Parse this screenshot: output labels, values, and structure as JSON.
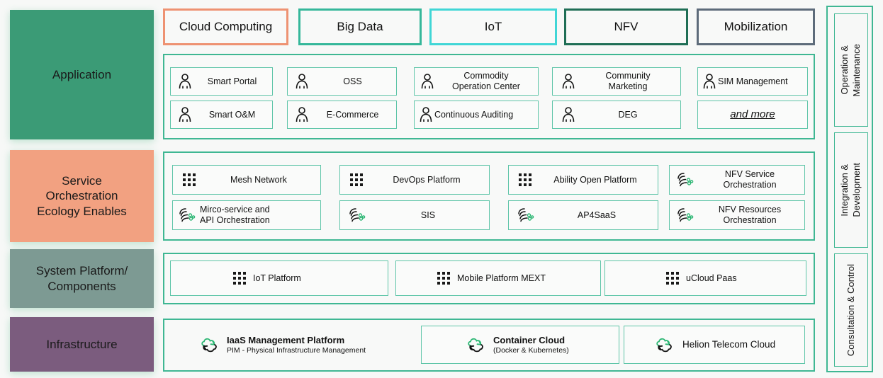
{
  "colors": {
    "teal_border": "#3fb793",
    "cell_border": "#5ec5a8",
    "application_fill": "#3b9b76",
    "service_fill": "#f2a181",
    "system_fill": "#7d9a93",
    "infrastructure_fill": "#7b5c7e",
    "cloud_computing_border": "#ee9272",
    "big_data_border": "#35b79a",
    "iot_border": "#40d6d6",
    "nfv_border": "#1f6e55",
    "mobilization_border": "#5d6b7a",
    "icon_green": "#2bb673",
    "page_bg": "#f7f8f7"
  },
  "layers": [
    {
      "id": "application",
      "label": "Application"
    },
    {
      "id": "service",
      "label": "Service\nOrchestration\nEcology Enables"
    },
    {
      "id": "system",
      "label": "System Platform/\nComponents"
    },
    {
      "id": "infrastructure",
      "label": "Infrastructure"
    }
  ],
  "domain_headers": [
    {
      "label": "Cloud Computing",
      "color_key": "cloud_computing_border"
    },
    {
      "label": "Big Data",
      "color_key": "big_data_border"
    },
    {
      "label": "IoT",
      "color_key": "iot_border"
    },
    {
      "label": "NFV",
      "color_key": "nfv_border"
    },
    {
      "label": "Mobilization",
      "color_key": "mobilization_border"
    }
  ],
  "application_items": [
    {
      "label": "Smart Portal",
      "icon": "person-icon"
    },
    {
      "label": "OSS",
      "icon": "person-icon"
    },
    {
      "label": "Commodity\nOperation Center",
      "icon": "person-icon"
    },
    {
      "label": "Community\nMarketing",
      "icon": "person-icon"
    },
    {
      "label": "SIM Management",
      "icon": "person-icon"
    },
    {
      "label": "Smart O&M",
      "icon": "person-icon"
    },
    {
      "label": "E-Commerce",
      "icon": "person-icon"
    },
    {
      "label": "Continuous Auditing",
      "icon": "person-icon"
    },
    {
      "label": "DEG",
      "icon": "person-icon"
    },
    {
      "label": "and more",
      "icon": "none",
      "style": "italic-underline"
    }
  ],
  "service_items": [
    {
      "label": "Mesh Network",
      "icon": "grid-dots-icon"
    },
    {
      "label": "DevOps Platform",
      "icon": "grid-dots-icon"
    },
    {
      "label": "Ability Open Platform",
      "icon": "grid-dots-icon"
    },
    {
      "label": "NFV Service\nOrchestration",
      "icon": "orchestration-icon"
    },
    {
      "label": "Mirco-service and\nAPI Orchestration",
      "icon": "orchestration-icon"
    },
    {
      "label": "SIS",
      "icon": "orchestration-icon"
    },
    {
      "label": "AP4SaaS",
      "icon": "orchestration-icon"
    },
    {
      "label": "NFV Resources\nOrchestration",
      "icon": "orchestration-icon"
    }
  ],
  "system_items": [
    {
      "label": "IoT Platform",
      "icon": "grid-dots-icon"
    },
    {
      "label": "Mobile Platform MEXT",
      "icon": "grid-dots-icon"
    },
    {
      "label": "uCloud Paas",
      "icon": "grid-dots-icon"
    }
  ],
  "infrastructure_items": [
    {
      "title": "IaaS Management Platform",
      "subtitle": "PIM - Physical Infrastructure Management",
      "icon": "cloud-refresh-icon",
      "bordered": false
    },
    {
      "title": "Container Cloud",
      "subtitle": "(Docker & Kubernetes)",
      "icon": "cloud-refresh-icon",
      "bordered": true
    },
    {
      "title": "Helion Telecom Cloud",
      "subtitle": "",
      "icon": "cloud-refresh-icon",
      "bordered": true
    }
  ],
  "side_column": [
    {
      "label": "Operation &\nMaintenance"
    },
    {
      "label": "Integration &\nDevelopment"
    },
    {
      "label": "Consultation & Control"
    }
  ]
}
